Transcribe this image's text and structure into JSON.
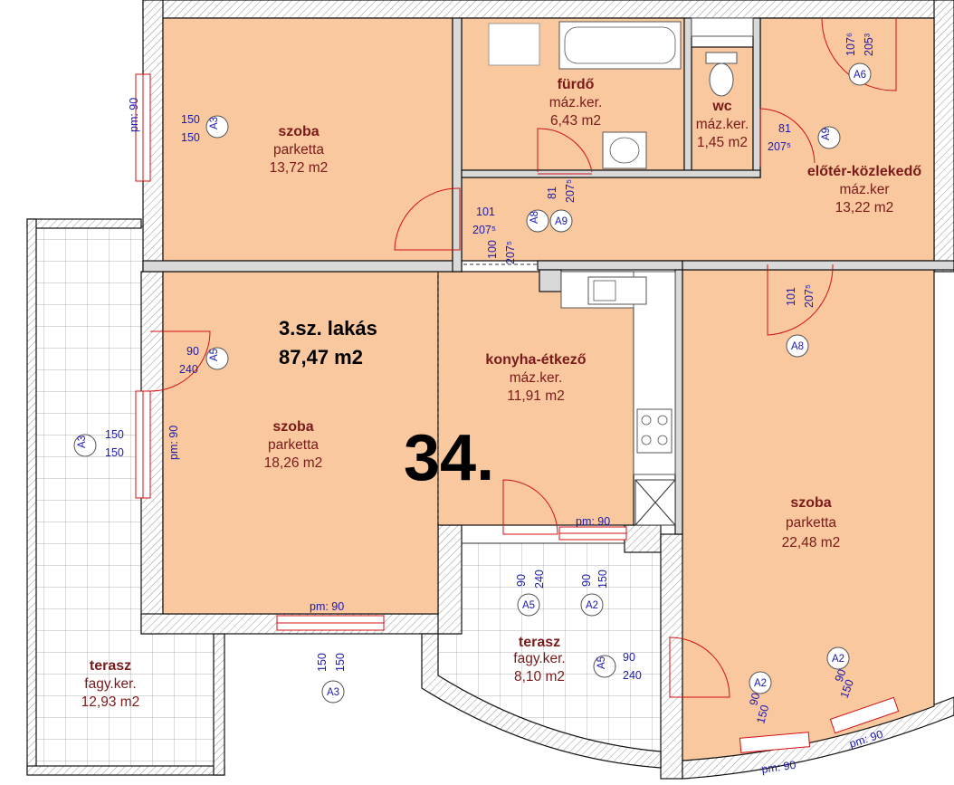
{
  "unit": {
    "title": "3.sz. lakás",
    "area": "87,47 m2",
    "number": "34."
  },
  "rooms": [
    {
      "name": "szoba",
      "floor": "parketta",
      "area": "13,72 m2"
    },
    {
      "name": "fürdő",
      "floor": "máz.ker.",
      "area": "6,43 m2"
    },
    {
      "name": "wc",
      "floor": "máz.ker.",
      "area": "1,45 m2"
    },
    {
      "name": "előtér-közlekedő",
      "floor": "máz.ker",
      "area": "13,22 m2"
    },
    {
      "name": "szoba",
      "floor": "parketta",
      "area": "18,26 m2"
    },
    {
      "name": "konyha-étkező",
      "floor": "máz.ker.",
      "area": "11,91 m2"
    },
    {
      "name": "szoba",
      "floor": "parketta",
      "area": "22,48 m2"
    },
    {
      "name": "terasz",
      "floor": "fagy.ker.",
      "area": "12,93 m2"
    },
    {
      "name": "terasz",
      "floor": "fagy.ker.",
      "area": "8,10 m2"
    }
  ],
  "tags": [
    "A3",
    "A6",
    "A9",
    "A8",
    "A9",
    "A5",
    "A3",
    "A8",
    "A5",
    "A2",
    "A3",
    "A5",
    "A2",
    "A2"
  ],
  "dims": {
    "w150": "150",
    "w90": "90",
    "w240": "240",
    "w101": "101",
    "w81": "81",
    "h2075": "207⁵",
    "w100": "100",
    "h2053": "205³",
    "w1076": "107⁶",
    "pm90": "pm: 90"
  },
  "colors": {
    "room_fill": "#f9c89f",
    "terrace_fill": "#ffffff",
    "label": "#7a1a1a",
    "dimension": "#1a1ab0",
    "door": "#d01010"
  }
}
